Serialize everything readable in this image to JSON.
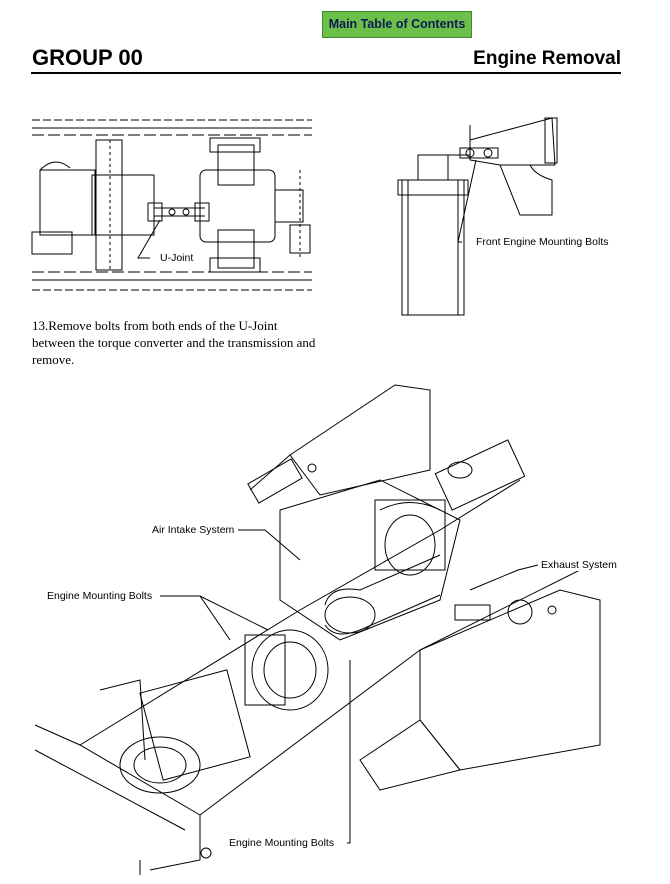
{
  "nav": {
    "toc_label": "Main Table of Contents"
  },
  "header": {
    "group": "GROUP 00",
    "section": "Engine Removal"
  },
  "step": {
    "number": "13.",
    "text": "Remove bolts from both ends of the U-Joint between the torque converter and the transmission and remove."
  },
  "figures": {
    "ujoint": {
      "label": "U-Joint"
    },
    "mount": {
      "label": "Front Engine Mounting Bolts"
    },
    "engine": {
      "labels": {
        "air_intake": "Air Intake System",
        "exhaust": "Exhaust System",
        "mount_left": "Engine Mounting Bolts",
        "mount_bottom": "Engine Mounting Bolts"
      }
    }
  },
  "colors": {
    "toc_button": "#6cc04a",
    "toc_text": "#0c1a55"
  }
}
